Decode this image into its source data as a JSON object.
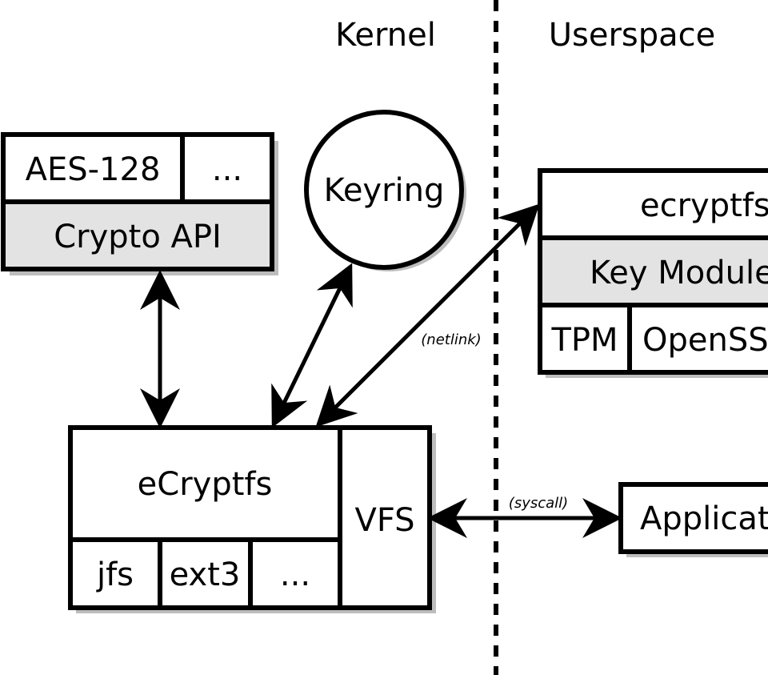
{
  "regions": {
    "kernel": "Kernel",
    "userspace": "Userspace"
  },
  "crypto_block": {
    "cipher": "AES-128",
    "more": "...",
    "api": "Crypto API"
  },
  "keyring": {
    "label": "Keyring"
  },
  "user_block": {
    "title": "ecryptfsd",
    "key_module": "Key Module API",
    "tpm": "TPM",
    "openssl": "OpenSSL"
  },
  "ecryptfs_block": {
    "title": "eCryptfs",
    "vfs": "VFS",
    "fs1": "jfs",
    "fs2": "ext3",
    "more": "..."
  },
  "application": {
    "label": "Application"
  },
  "connections": {
    "netlink": "(netlink)",
    "syscall": "(syscall)"
  },
  "colors": {
    "stroke": "#000000",
    "shaded_fill": "#e3e3e3",
    "shadow": "#bdbdbd"
  }
}
